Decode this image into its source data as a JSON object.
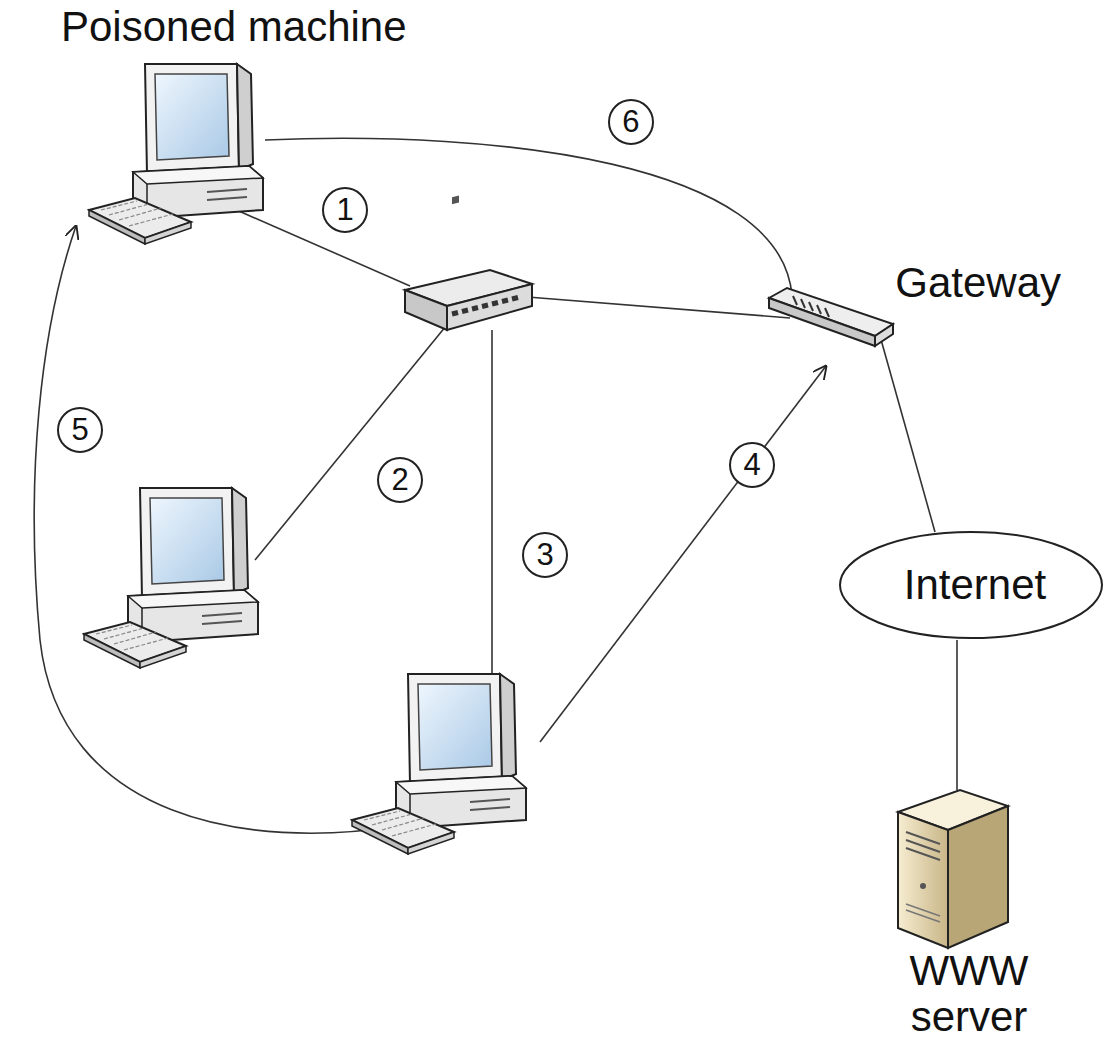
{
  "diagram": {
    "nodes": [
      {
        "text": [
          "Poisoned machine"
        ]
      },
      {
        "text": [
          "Gateway"
        ]
      },
      {
        "text": [
          "Internet"
        ]
      },
      {
        "text": [
          "WWW server"
        ]
      }
    ],
    "edges": [
      {
        "from": 0,
        "to": 1,
        "label": "6",
        "arrow": "none"
      },
      {
        "from": 1,
        "to": 2,
        "arrow": "none"
      },
      {
        "from": 2,
        "to": 3,
        "arrow": "none"
      }
    ],
    "labels": [
      "1",
      "2",
      "3",
      "4",
      "5"
    ]
  }
}
